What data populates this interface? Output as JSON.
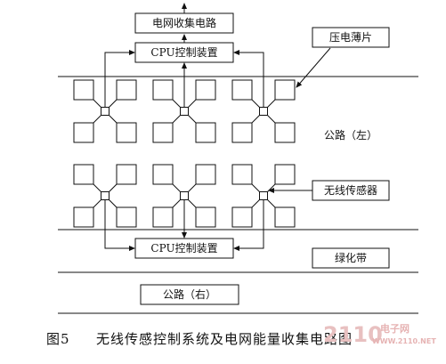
{
  "labels": {
    "grid_collector": "电网收集电路",
    "cpu_top": "CPU控制装置",
    "cpu_bottom": "CPU控制装置",
    "piezo": "压电薄片",
    "road_left": "公路（左）",
    "wireless_sensor": "无线传感器",
    "green_belt": "绿化带",
    "road_right": "公路（右）"
  },
  "caption": {
    "figure_no": "图5",
    "title": "无线传感控制系统及电网能量收集电路图"
  },
  "watermark": {
    "site": "2110",
    "small_top": "电子网",
    "small_bottom": "WWW.2110.NET"
  },
  "colors": {
    "line": "#111111",
    "watermark": "#e8c0c0"
  }
}
